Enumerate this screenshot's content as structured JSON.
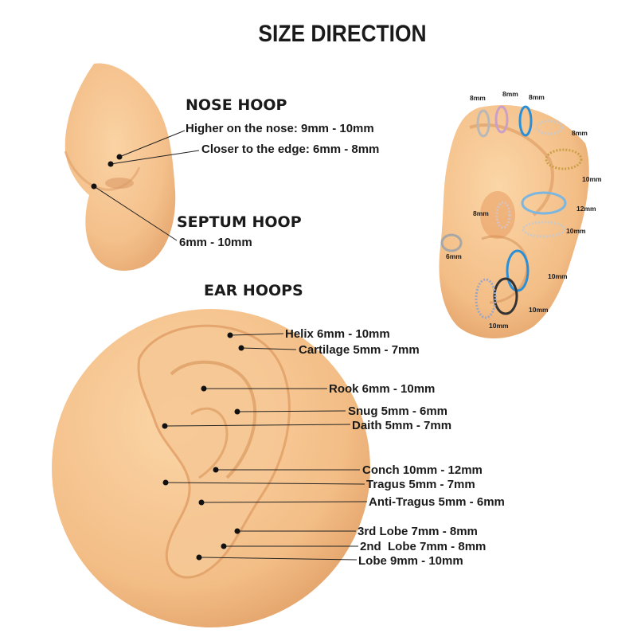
{
  "title": "SIZE DIRECTION",
  "nose": {
    "heading": "NOSE HOOP",
    "higher": "Higher on the nose: 9mm - 10mm",
    "closer": "Closer to the edge: 6mm - 8mm"
  },
  "septum": {
    "heading": "SEPTUM HOOP",
    "size": "6mm - 10mm"
  },
  "ear": {
    "heading": "EAR HOOPS",
    "labels": [
      "Helix 6mm - 10mm",
      "Cartilage 5mm - 7mm",
      "Rook 6mm - 10mm",
      "Snug 5mm - 6mm",
      "Daith 5mm - 7mm",
      "Conch 10mm - 12mm",
      "Tragus 5mm - 7mm",
      "Anti-Tragus 5mm - 6mm",
      "3rd Lobe 7mm - 8mm",
      "2nd  Lobe 7mm - 8mm",
      "Lobe 9mm - 10mm"
    ]
  },
  "photo_sizes": [
    "8mm",
    "8mm",
    "8mm",
    "8mm",
    "10mm",
    "12mm",
    "8mm",
    "10mm",
    "6mm",
    "10mm",
    "10mm",
    "10mm"
  ],
  "colors": {
    "skin": "#f4c38f",
    "skin_shadow": "#e6a872",
    "text": "#1a1a1a",
    "ring_silver": "#b8b8b8",
    "ring_blue": "#2a8fd6",
    "ring_gold": "#caa046",
    "ring_black": "#333333"
  }
}
